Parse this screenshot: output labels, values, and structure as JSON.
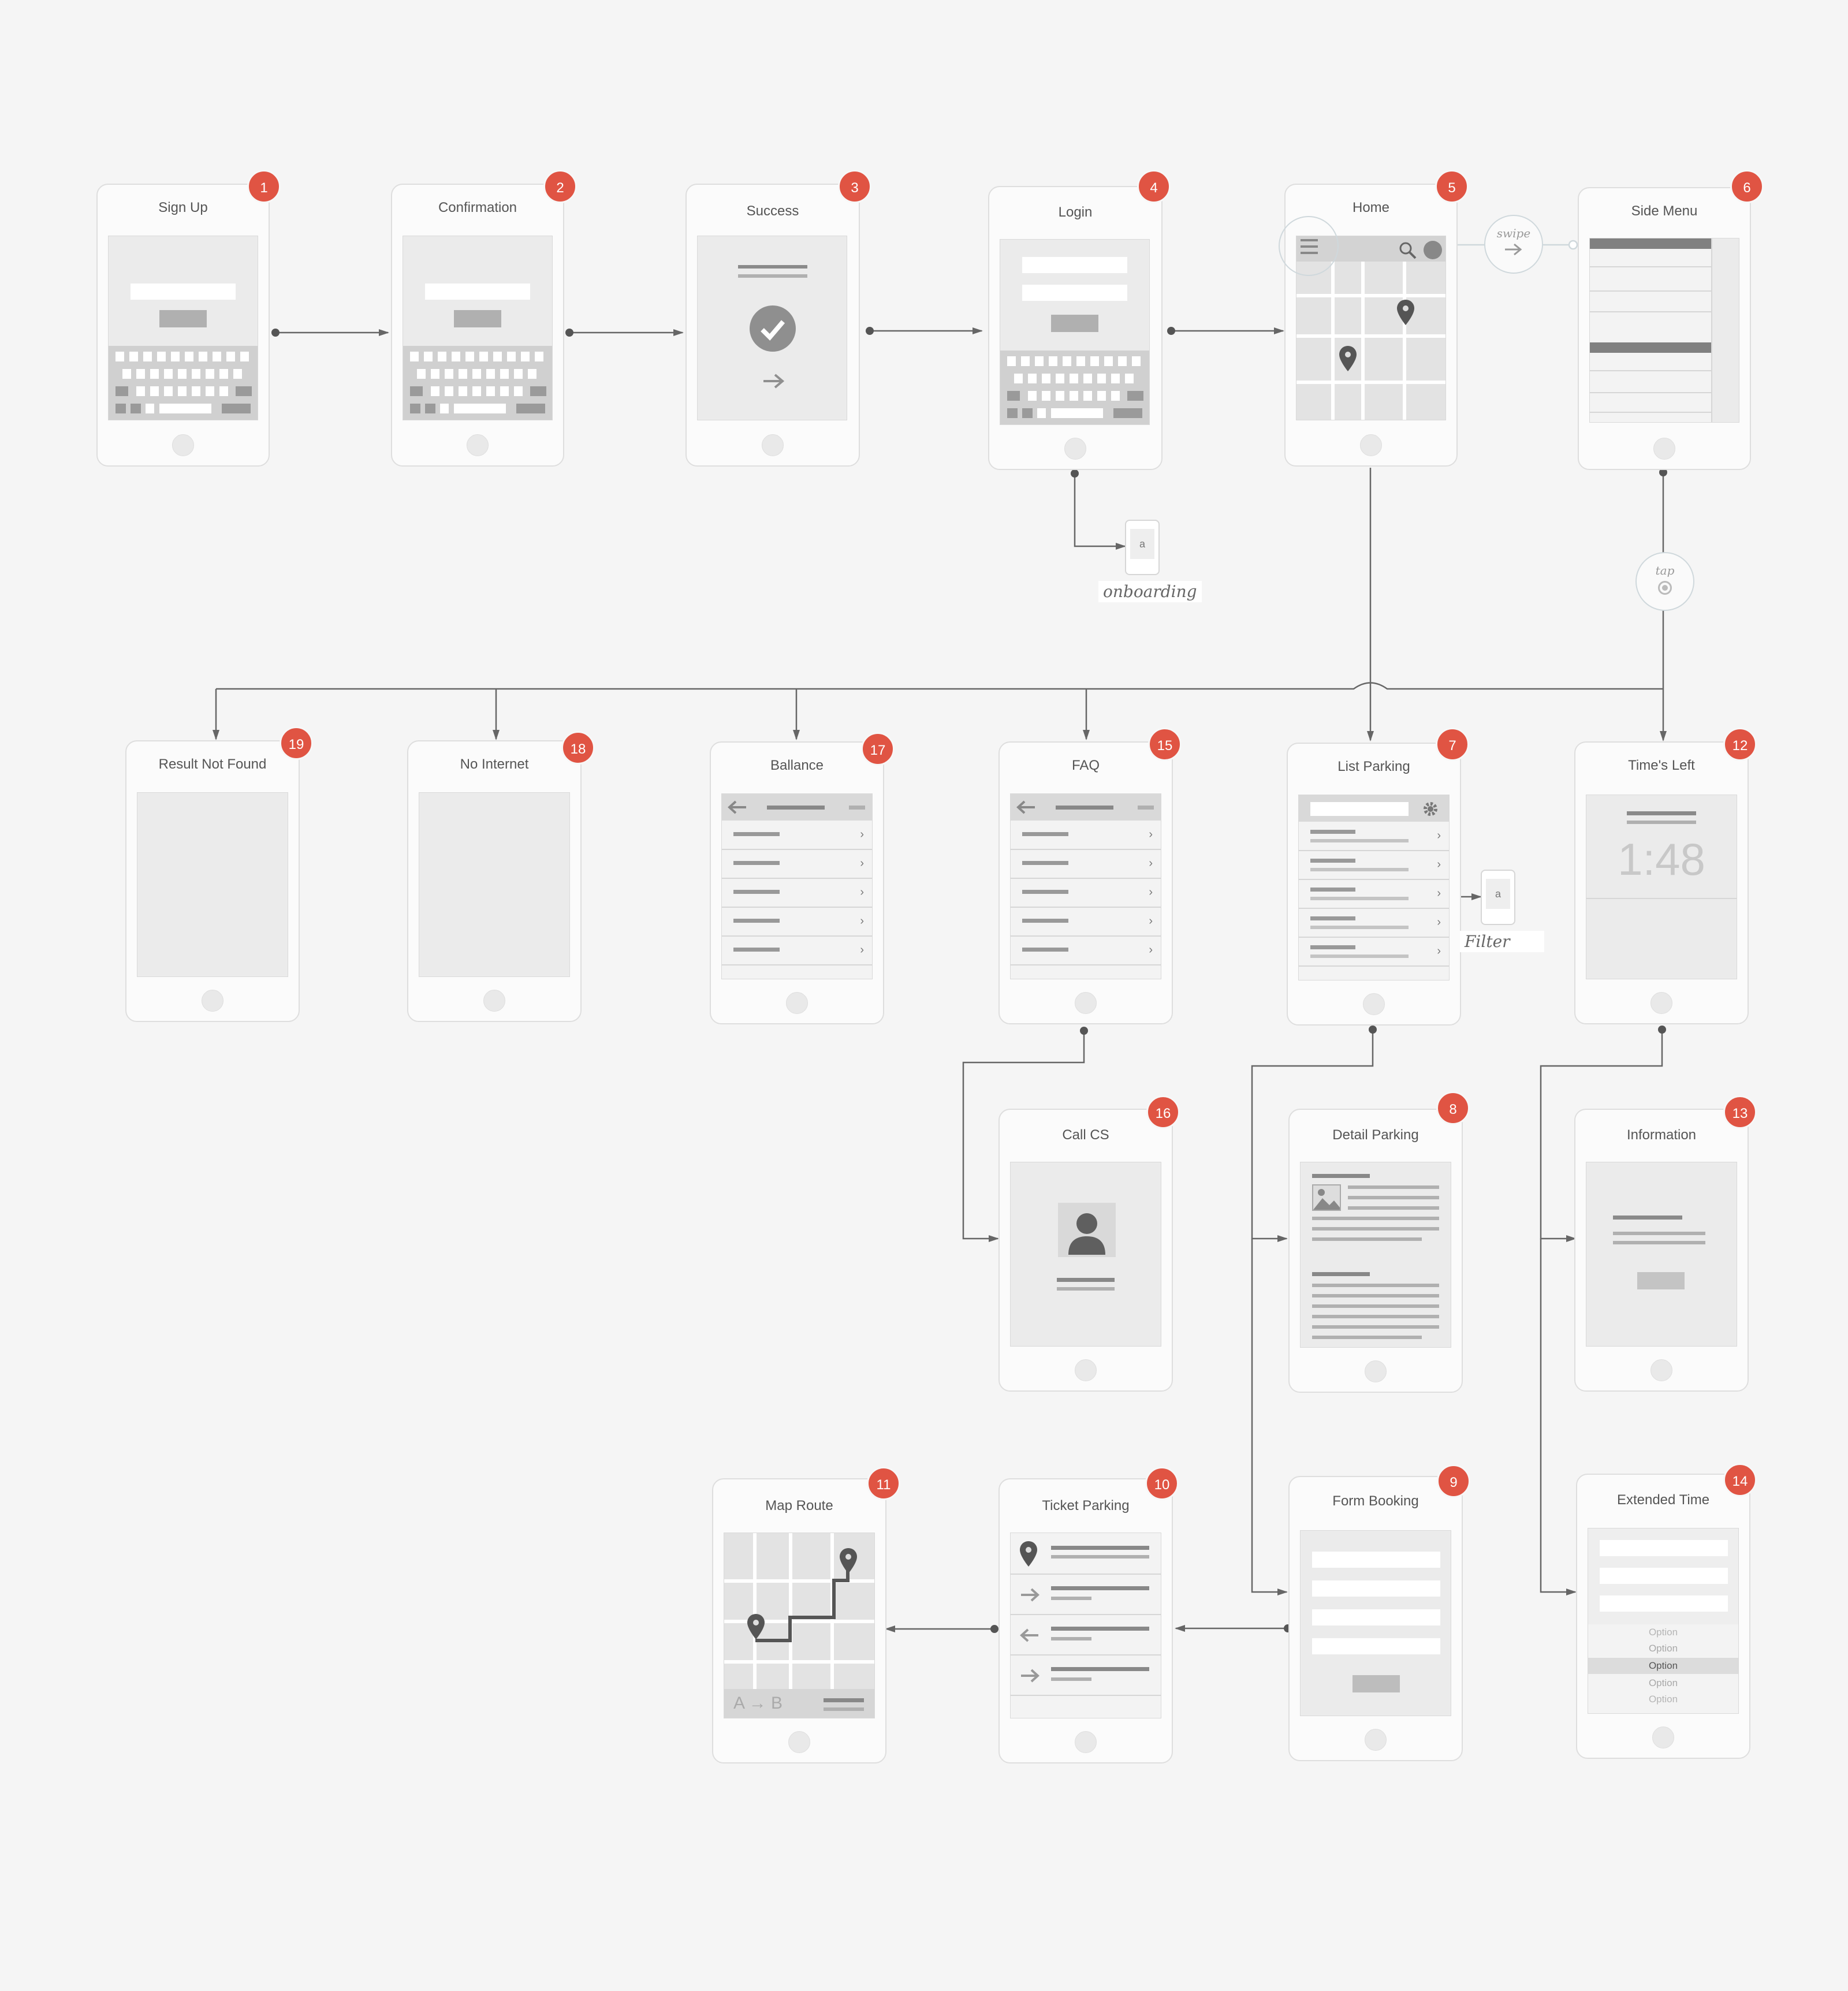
{
  "screens": [
    {
      "title": "Sign Up",
      "number": "1"
    },
    {
      "title": "Confirmation",
      "number": "2"
    },
    {
      "title": "Success",
      "number": "3"
    },
    {
      "title": "Login",
      "number": "4"
    },
    {
      "title": "Home",
      "number": "5"
    },
    {
      "title": "Side Menu",
      "number": "6"
    },
    {
      "title": "List Parking",
      "number": "7"
    },
    {
      "title": "Detail Parking",
      "number": "8"
    },
    {
      "title": "Form Booking",
      "number": "9"
    },
    {
      "title": "Ticket Parking",
      "number": "10"
    },
    {
      "title": "Map Route",
      "number": "11"
    },
    {
      "title": "Time's Left",
      "number": "12"
    },
    {
      "title": "Information",
      "number": "13"
    },
    {
      "title": "Extended Time",
      "number": "14"
    },
    {
      "title": "FAQ",
      "number": "15"
    },
    {
      "title": "Call CS",
      "number": "16"
    },
    {
      "title": "Ballance",
      "number": "17"
    },
    {
      "title": "No Internet",
      "number": "18"
    },
    {
      "title": "Result Not Found",
      "number": "19"
    }
  ],
  "annotations": {
    "swipe": "swipe",
    "tap": "tap",
    "onboarding": "onboarding",
    "filter": "Filter",
    "mini_letter": "a"
  },
  "times_left_value": "1:48",
  "map_route_label": "A → B",
  "extended_options": [
    "Option",
    "Option",
    "Option",
    "Option",
    "Option"
  ],
  "colors": {
    "badge": "#e05443",
    "line": "#666666",
    "phone_border": "#dedede",
    "screen": "#ebebeb"
  }
}
